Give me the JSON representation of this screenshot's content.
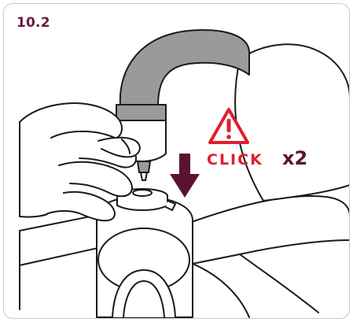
{
  "step": {
    "number": "10.2"
  },
  "instruction": {
    "click_text": "CLICK",
    "repeat_text": "x2"
  },
  "colors": {
    "brand": "#6a1a3f",
    "warning": "#e11d2e",
    "line": "#1a1a1a",
    "nozzle": "#9a9a9a"
  },
  "icons": {
    "warning": "warning-triangle-icon",
    "direction": "arrow-down-icon"
  }
}
